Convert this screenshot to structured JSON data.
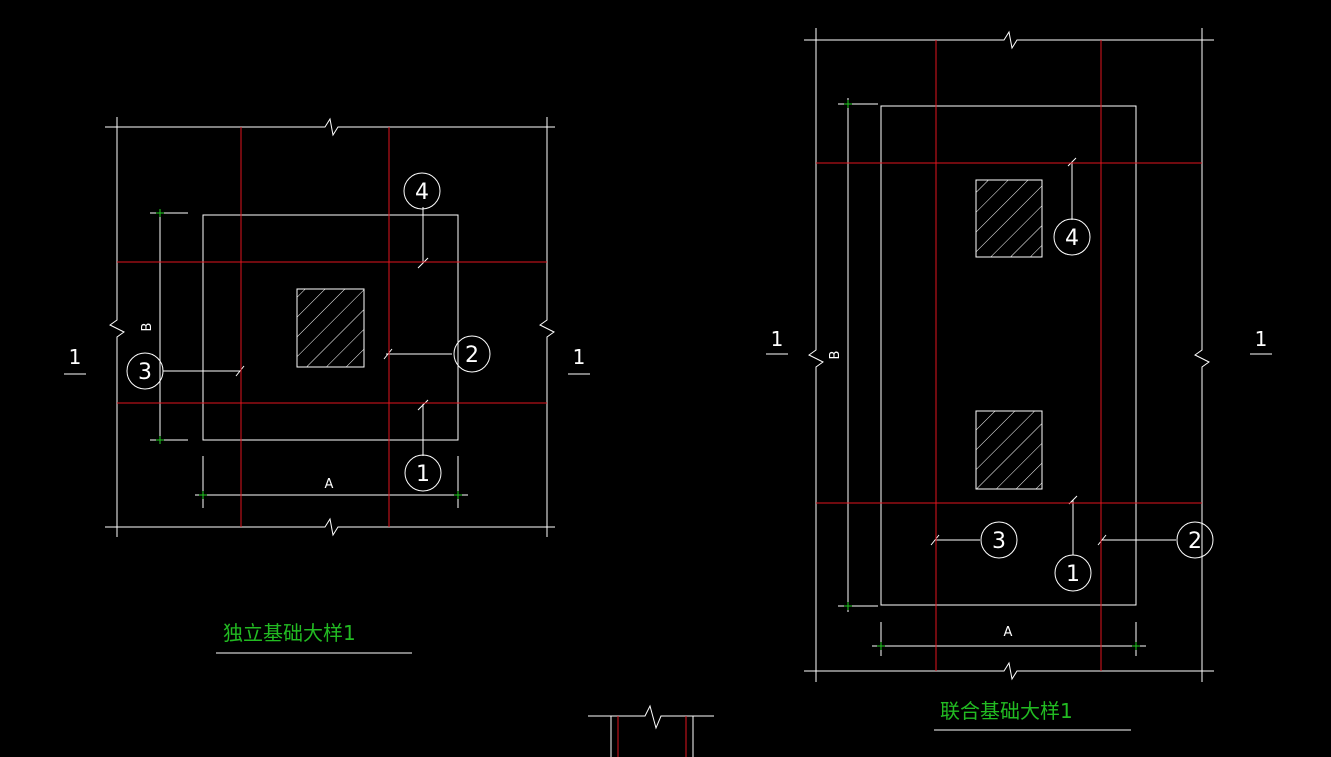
{
  "colors": {
    "background": "#000000",
    "line": "#ffffff",
    "axis": "#e0141e",
    "dim_tick": "#22cc22",
    "title": "#22bb22"
  },
  "left_detail": {
    "title": "独立基础大样1",
    "section_left": "1",
    "section_right": "1",
    "dim_a": "A",
    "dim_b": "B",
    "callouts": [
      "1",
      "2",
      "3",
      "4"
    ]
  },
  "right_detail": {
    "title": "联合基础大样1",
    "section_left": "1",
    "section_right": "1",
    "dim_a": "A",
    "dim_b": "B",
    "callouts": [
      "4",
      "3",
      "1",
      "2"
    ]
  }
}
